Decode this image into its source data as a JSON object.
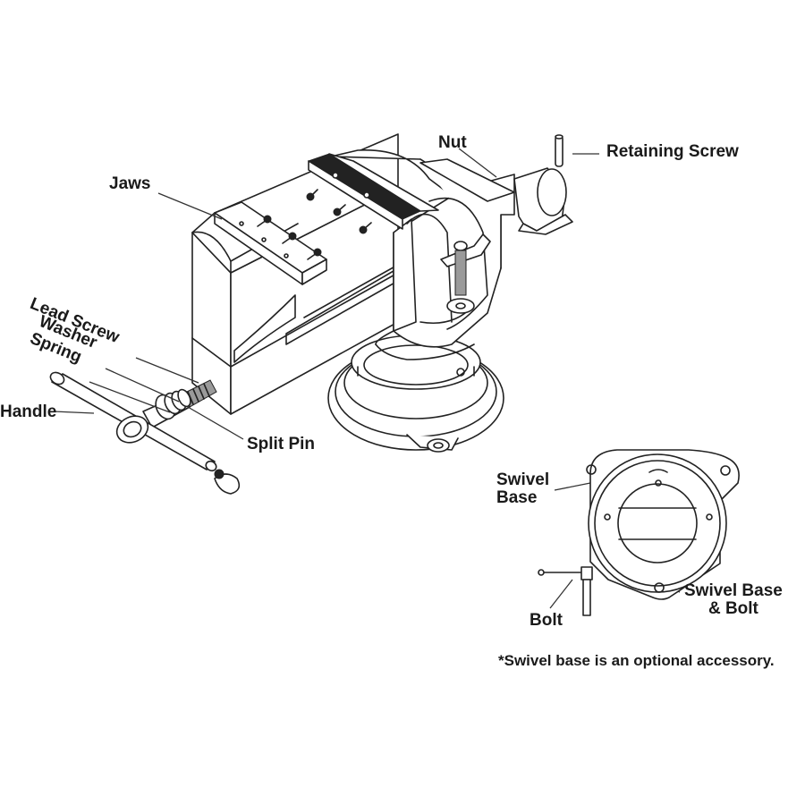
{
  "labels": {
    "nut": "Nut",
    "retaining_screw": "Retaining Screw",
    "jaws": "Jaws",
    "lead_screw": "Lead Screw",
    "washer": "Washer",
    "spring": "Spring",
    "handle": "Handle",
    "split_pin": "Split Pin",
    "swivel_base_line1": "Swivel",
    "swivel_base_line2": "Base",
    "swivel_base_bolt_line1": "Swivel Base",
    "swivel_base_bolt_line2": "& Bolt",
    "bolt": "Bolt"
  },
  "footnote": "*Swivel base is an optional accessory.",
  "colors": {
    "ink": "#222222",
    "background": "#ffffff"
  }
}
